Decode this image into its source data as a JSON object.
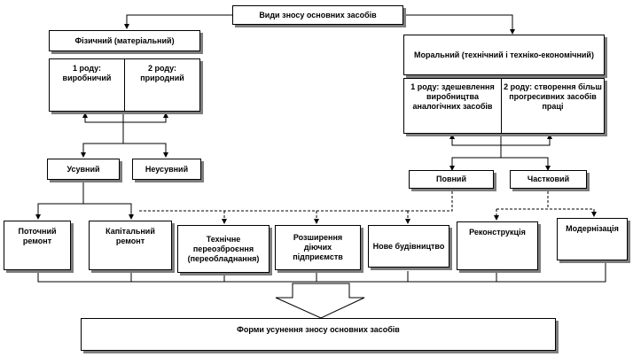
{
  "diagram": {
    "title": "Види зносу основних засобів",
    "physical": {
      "title": "Фізичний (матеріальний)",
      "kind1": "1 роду: виробничий",
      "kind2": "2 роду: природний"
    },
    "moral": {
      "title": "Моральний (технічний і техніко-економічний)",
      "kind1": "1 роду: здешевлення виробництва аналогічних засобів",
      "kind2": "2 роду: створення більш прогресивних засобів праці"
    },
    "removable": "Усувний",
    "non_removable": "Неусувний",
    "full": "Повний",
    "partial": "Частковий",
    "forms": [
      "Поточний ремонт",
      "Капітальний ремонт",
      "Технічне переозброєння (переобладнання)",
      "Розширення діючих підприємств",
      "Нове будівництво",
      "Реконструкція",
      "Модернізація"
    ],
    "bottom": "Форми усунення зносу основних засобів"
  }
}
